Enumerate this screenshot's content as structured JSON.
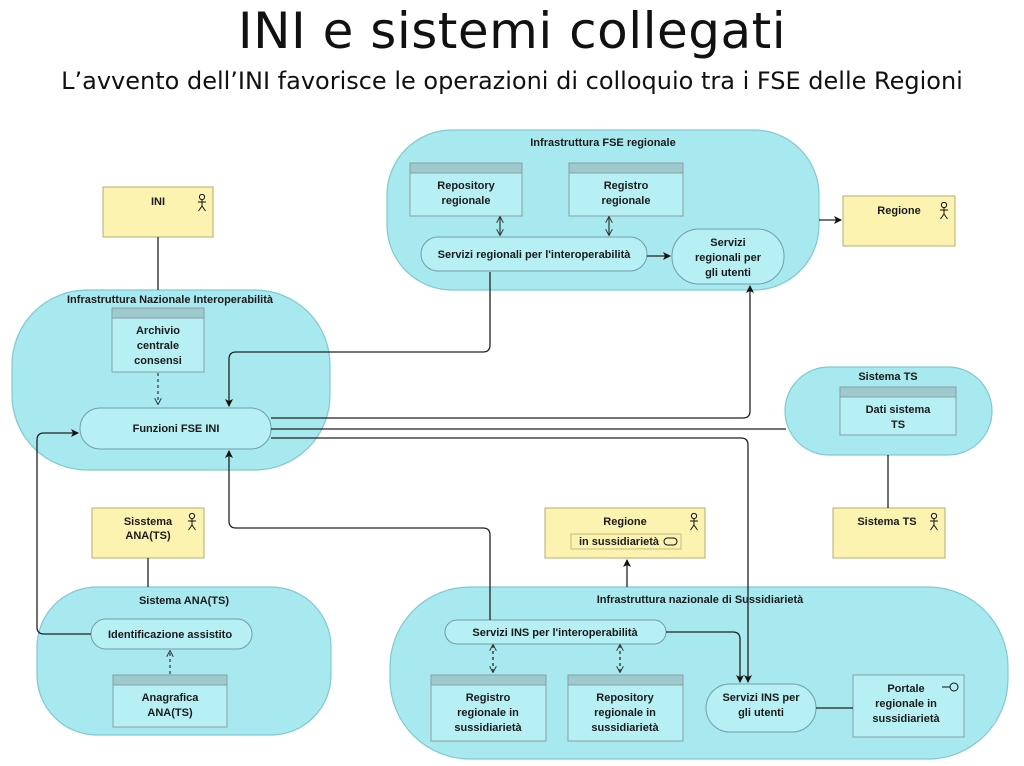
{
  "slide": {
    "title": "INI e sistemi collegati",
    "subtitle": "L’avvento dell’INI favorisce le operazioni di colloquio tra i FSE delle Regioni"
  },
  "regions": {
    "fse_regionale": "Infrastruttura FSE regionale",
    "ini": "Infrastruttura Nazionale Interoperabilità",
    "sistema_ts": "Sistema TS",
    "ana_ts": "Sistema ANA(TS)",
    "sussidiarieta": "Infrastruttura nazionale di Sussidiarietà"
  },
  "components": {
    "repository_regionale": [
      "Repository",
      "regionale"
    ],
    "registro_regionale": [
      "Registro",
      "regionale"
    ],
    "archivio_consensi": [
      "Archivio",
      "centrale",
      "consensi"
    ],
    "dati_sistema_ts": [
      "Dati sistema",
      "TS"
    ],
    "anagrafica_ana": [
      "Anagrafica",
      "ANA(TS)"
    ],
    "registro_sussidiarieta": [
      "Registro",
      "regionale in",
      "sussidiarietà"
    ],
    "repository_sussidiarieta": [
      "Repository",
      "regionale in",
      "sussidiarietà"
    ]
  },
  "services": {
    "servizi_regionali_interop": "Servizi regionali per l'interoperabilità",
    "servizi_regionali_utenti": [
      "Servizi",
      "regionali per",
      "gli utenti"
    ],
    "funzioni_fse_ini": "Funzioni FSE INI",
    "identificazione_assistito": "Identificazione assistito",
    "servizi_ins_interop": "Servizi INS per l'interoperabilità",
    "servizi_ins_utenti": [
      "Servizi INS per",
      "gli utenti"
    ],
    "portale_regionale": [
      "Portale",
      "regionale in",
      "sussidiarietà"
    ]
  },
  "actors": {
    "ini": "INI",
    "regione": "Regione",
    "regione_sussidiarieta": "Regione",
    "regione_sussidiarieta_sub": "in sussidiarietà",
    "sistema_ts": "Sistema TS",
    "sistema_ana": [
      "Sisstema",
      "ANA(TS)"
    ]
  },
  "colors": {
    "region_fill": "#a7e9ef",
    "component_fill": "#b6f0f4",
    "component_header": "#9ec9ce",
    "actor_fill": "#fdf3b1"
  },
  "icons": [
    "actor-icon",
    "role-icon",
    "interface-icon"
  ]
}
